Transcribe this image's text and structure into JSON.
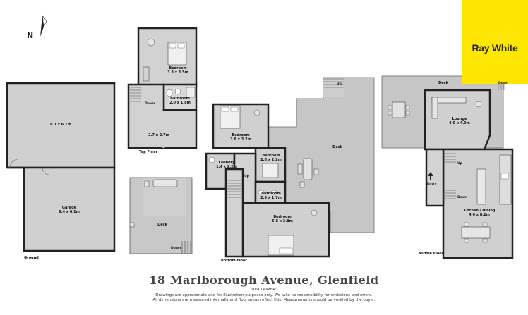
{
  "brand": {
    "name": "Ray White",
    "color": "#ffe600"
  },
  "compass": {
    "label": "N",
    "icon": "north-arrow-icon"
  },
  "title": "18 Marlborough Avenue, Glenfield",
  "disclaimer": {
    "heading": "DISCLAIMER:",
    "lines": [
      "Drawings are approximate and for illustration purposes only. We take no responsibility for omissions and errors.",
      "All dimensions are measured internally and floor areas reflect this. Measurements should be verified by the buyer."
    ]
  },
  "floors": {
    "ground": {
      "label": "Ground",
      "rooms": [
        {
          "name": "",
          "size": "6.1 x 6.1m"
        },
        {
          "name": "Garage",
          "size": "6.4 x 6.1m"
        },
        {
          "name": "Deck",
          "size": ""
        }
      ],
      "markers": [
        {
          "text": "Down",
          "icon": "arrow-left-icon"
        }
      ]
    },
    "top": {
      "label": "Top Floor",
      "rooms": [
        {
          "name": "Bedroom",
          "size": "3.3 x 3.5m"
        },
        {
          "name": "Bathroom",
          "size": "2.0 x 1.8m"
        },
        {
          "name": "",
          "size": "2.7 x 2.7m"
        }
      ],
      "markers": [
        {
          "text": "Down",
          "icon": "arrow-left-icon"
        }
      ]
    },
    "bottom": {
      "label": "Bottom Floor",
      "rooms": [
        {
          "name": "Bedroom",
          "size": "3.8 x 3.2m"
        },
        {
          "name": "Bedroom",
          "size": "2.8 x 2.2m"
        },
        {
          "name": "Laundry",
          "size": "1.4 x 2.2m"
        },
        {
          "name": "Bathroom",
          "size": "2.8 x 1.7m"
        },
        {
          "name": "Bedroom",
          "size": "5.8 x 3.8m"
        },
        {
          "name": "Deck",
          "size": ""
        }
      ],
      "markers": [
        {
          "text": "Up",
          "icon": "arrow-up-icon"
        },
        {
          "text": "Up",
          "icon": "arrow-up-icon"
        }
      ]
    },
    "middle": {
      "label": "Middle Floor",
      "rooms": [
        {
          "name": "Deck",
          "size": ""
        },
        {
          "name": "Lounge",
          "size": "4.0 x 4.0m"
        },
        {
          "name": "Kitchen / Dining",
          "size": "4.6 x 8.2m"
        },
        {
          "name": "Entry",
          "size": ""
        }
      ],
      "markers": [
        {
          "text": "Down",
          "icon": "arrow-left-icon"
        },
        {
          "text": "Up",
          "icon": "arrow-up-icon"
        },
        {
          "text": "Down",
          "icon": "arrow-left-icon"
        }
      ]
    }
  }
}
